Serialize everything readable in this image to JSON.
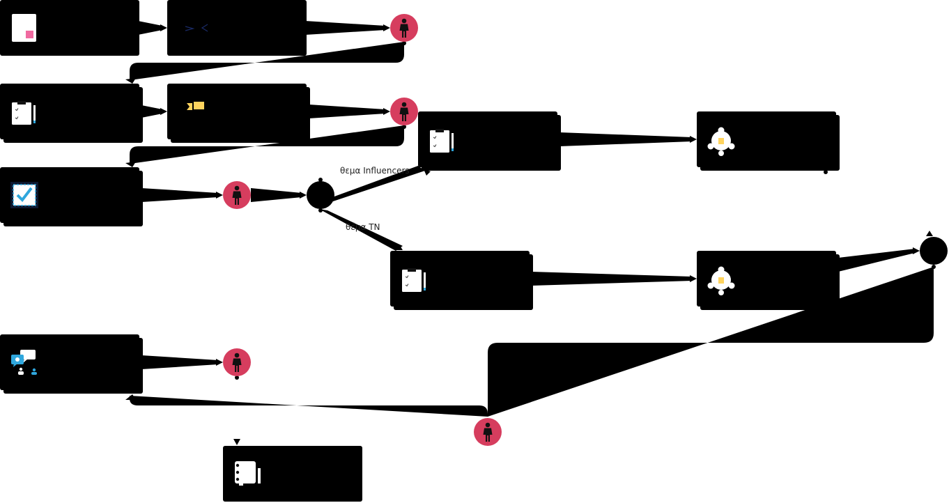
{
  "colors": {
    "node_fill": "#000000",
    "person_fill": "#d63d5e",
    "person_figure": "#111111",
    "connector": "#000000",
    "background": "#ffffff",
    "icon_pink": "#f06aa0",
    "icon_yellow": "#ffd45e",
    "icon_blue": "#2fa7dd",
    "label_text": "#222222"
  },
  "labels": {
    "influencers_branch": "θεμα Influencers",
    "tn_branch": "θέμα TN"
  },
  "nodes": [
    {
      "id": "task-1",
      "kind": "task",
      "icon": "document-pink-icon"
    },
    {
      "id": "task-2",
      "kind": "task",
      "icon": "code-brackets-icon"
    },
    {
      "id": "actor-1",
      "kind": "person",
      "icon": "person-icon"
    },
    {
      "id": "task-3",
      "kind": "task",
      "icon": "clipboard-pencil-icon"
    },
    {
      "id": "task-4",
      "kind": "task",
      "icon": "sticky-note-icon"
    },
    {
      "id": "actor-2",
      "kind": "person",
      "icon": "person-icon"
    },
    {
      "id": "task-5",
      "kind": "task",
      "icon": "approved-certificate-icon"
    },
    {
      "id": "actor-3",
      "kind": "person",
      "icon": "person-icon"
    },
    {
      "id": "gateway-1",
      "kind": "gateway",
      "icon": "decision-circle-icon"
    },
    {
      "id": "task-6",
      "kind": "task",
      "icon": "clipboard-pencil-icon"
    },
    {
      "id": "task-7",
      "kind": "task",
      "icon": "network-sticky-icon"
    },
    {
      "id": "task-8",
      "kind": "task",
      "icon": "clipboard-pencil-icon"
    },
    {
      "id": "task-9",
      "kind": "task",
      "icon": "network-sticky-icon"
    },
    {
      "id": "gateway-2",
      "kind": "gateway",
      "icon": "merge-circle-icon"
    },
    {
      "id": "task-10",
      "kind": "task",
      "icon": "chat-users-icon"
    },
    {
      "id": "actor-4",
      "kind": "person",
      "icon": "person-icon"
    },
    {
      "id": "actor-5",
      "kind": "person",
      "icon": "person-icon"
    },
    {
      "id": "task-11",
      "kind": "task",
      "icon": "notebook-icon"
    }
  ]
}
